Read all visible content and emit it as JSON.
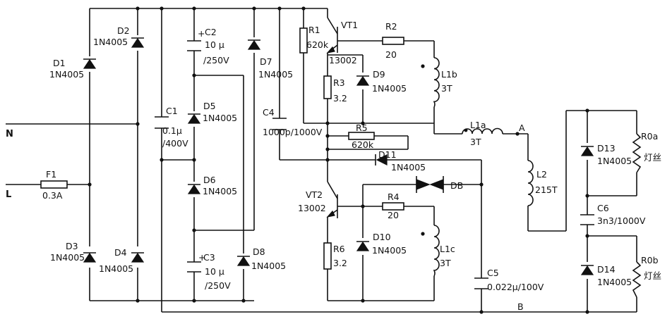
{
  "terminals": {
    "N": "N",
    "L": "L",
    "A": "A",
    "B": "B"
  },
  "components": {
    "D1": {
      "ref": "D1",
      "value": "1N4005"
    },
    "D2": {
      "ref": "D2",
      "value": "1N4005"
    },
    "D3": {
      "ref": "D3",
      "value": "1N4005"
    },
    "D4": {
      "ref": "D4",
      "value": "1N4005"
    },
    "D5": {
      "ref": "D5",
      "value": "1N4005"
    },
    "D6": {
      "ref": "D6",
      "value": "1N4005"
    },
    "D7": {
      "ref": "D7",
      "value": "1N4005"
    },
    "D8": {
      "ref": "D8",
      "value": "1N4005"
    },
    "D9": {
      "ref": "D9",
      "value": "1N4005"
    },
    "D10": {
      "ref": "D10",
      "value": "1N4005"
    },
    "D11": {
      "ref": "D11",
      "value": "1N4005"
    },
    "D13": {
      "ref": "D13",
      "value": "1N4005"
    },
    "D14": {
      "ref": "D14",
      "value": "1N4005"
    },
    "F1": {
      "ref": "F1",
      "value": "0.3A"
    },
    "C1": {
      "ref": "C1",
      "value": "0.1μ",
      "value2": "/400V"
    },
    "C2": {
      "ref": "C2",
      "value": "10 μ",
      "value2": "/250V",
      "plus": "+"
    },
    "C3": {
      "ref": "C3",
      "value": "10 μ",
      "value2": "/250V",
      "plus": "+"
    },
    "C4": {
      "ref": "C4",
      "value": "1000p/1000V"
    },
    "C5": {
      "ref": "C5",
      "value": "0.022μ/100V"
    },
    "C6": {
      "ref": "C6",
      "value": "3n3/1000V"
    },
    "R1": {
      "ref": "R1",
      "value": "620k"
    },
    "R2": {
      "ref": "R2",
      "value": "20"
    },
    "R3": {
      "ref": "R3",
      "value": "3.2"
    },
    "R4": {
      "ref": "R4",
      "value": "20"
    },
    "R5": {
      "ref": "R5",
      "value": "620k"
    },
    "R6": {
      "ref": "R6",
      "value": "3.2"
    },
    "VT1": {
      "ref": "VT1",
      "value": "13002"
    },
    "VT2": {
      "ref": "VT2",
      "value": "13002"
    },
    "L1a": {
      "ref": "L1a",
      "value": "3T"
    },
    "L1b": {
      "ref": "L1b",
      "value": "3T"
    },
    "L1c": {
      "ref": "L1c",
      "value": "3T"
    },
    "L2": {
      "ref": "L2",
      "value": "215T"
    },
    "DB": {
      "ref": "DB"
    },
    "R0a": {
      "ref": "R0a",
      "value": "灯丝"
    },
    "R0b": {
      "ref": "R0b",
      "value": "灯丝"
    }
  }
}
